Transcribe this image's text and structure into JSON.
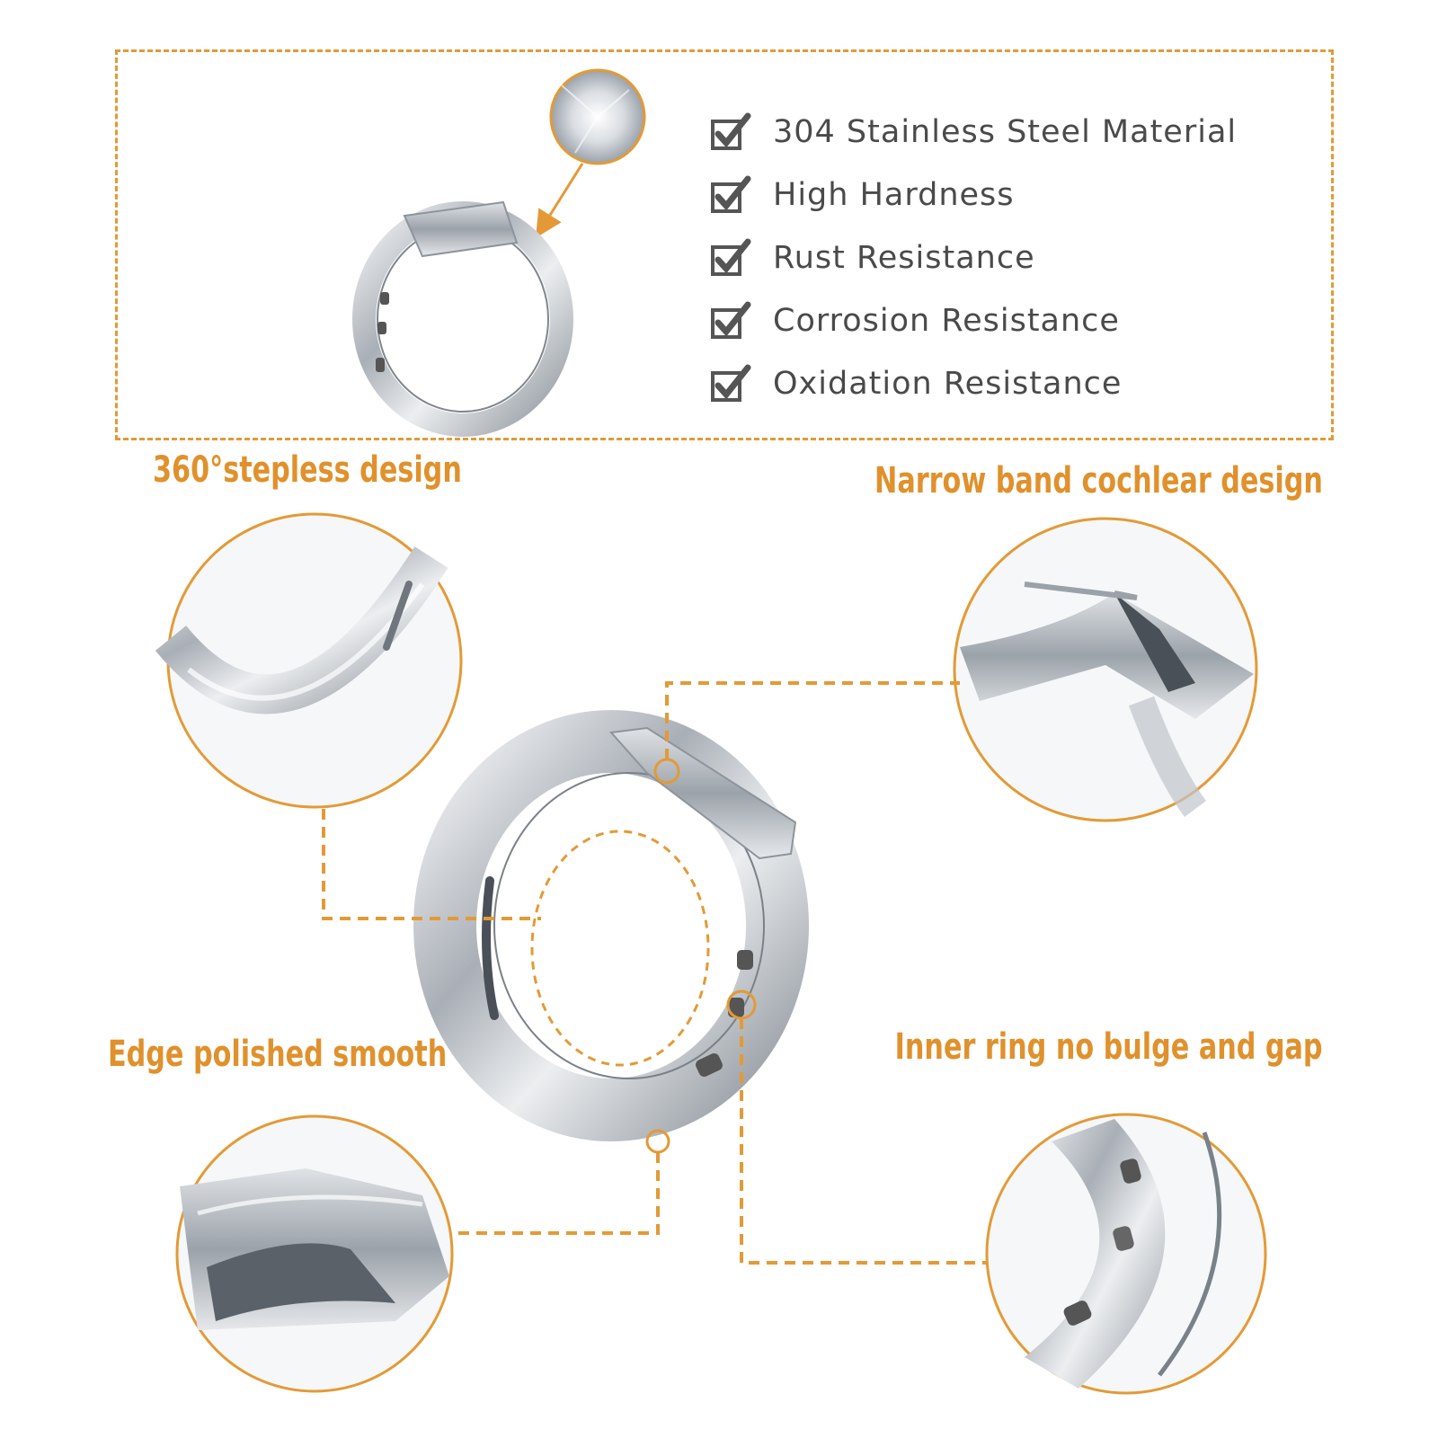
{
  "features": [
    {
      "label": "304 Stainless Steel Material",
      "icon": "checkbox-checked-icon"
    },
    {
      "label": "High Hardness",
      "icon": "checkbox-checked-icon"
    },
    {
      "label": "Rust Resistance",
      "icon": "checkbox-checked-icon"
    },
    {
      "label": "Corrosion Resistance",
      "icon": "checkbox-checked-icon"
    },
    {
      "label": "Oxidation Resistance",
      "icon": "checkbox-checked-icon"
    }
  ],
  "callouts": {
    "stepless": "360°stepless design",
    "narrow_band": "Narrow band cochlear design",
    "edge_polished": "Edge polished smooth",
    "inner_ring": "Inner ring no bulge and gap"
  },
  "colors": {
    "accent": "#e39a36",
    "text": "#4a4a4a",
    "steel": "#c9cdd2"
  }
}
